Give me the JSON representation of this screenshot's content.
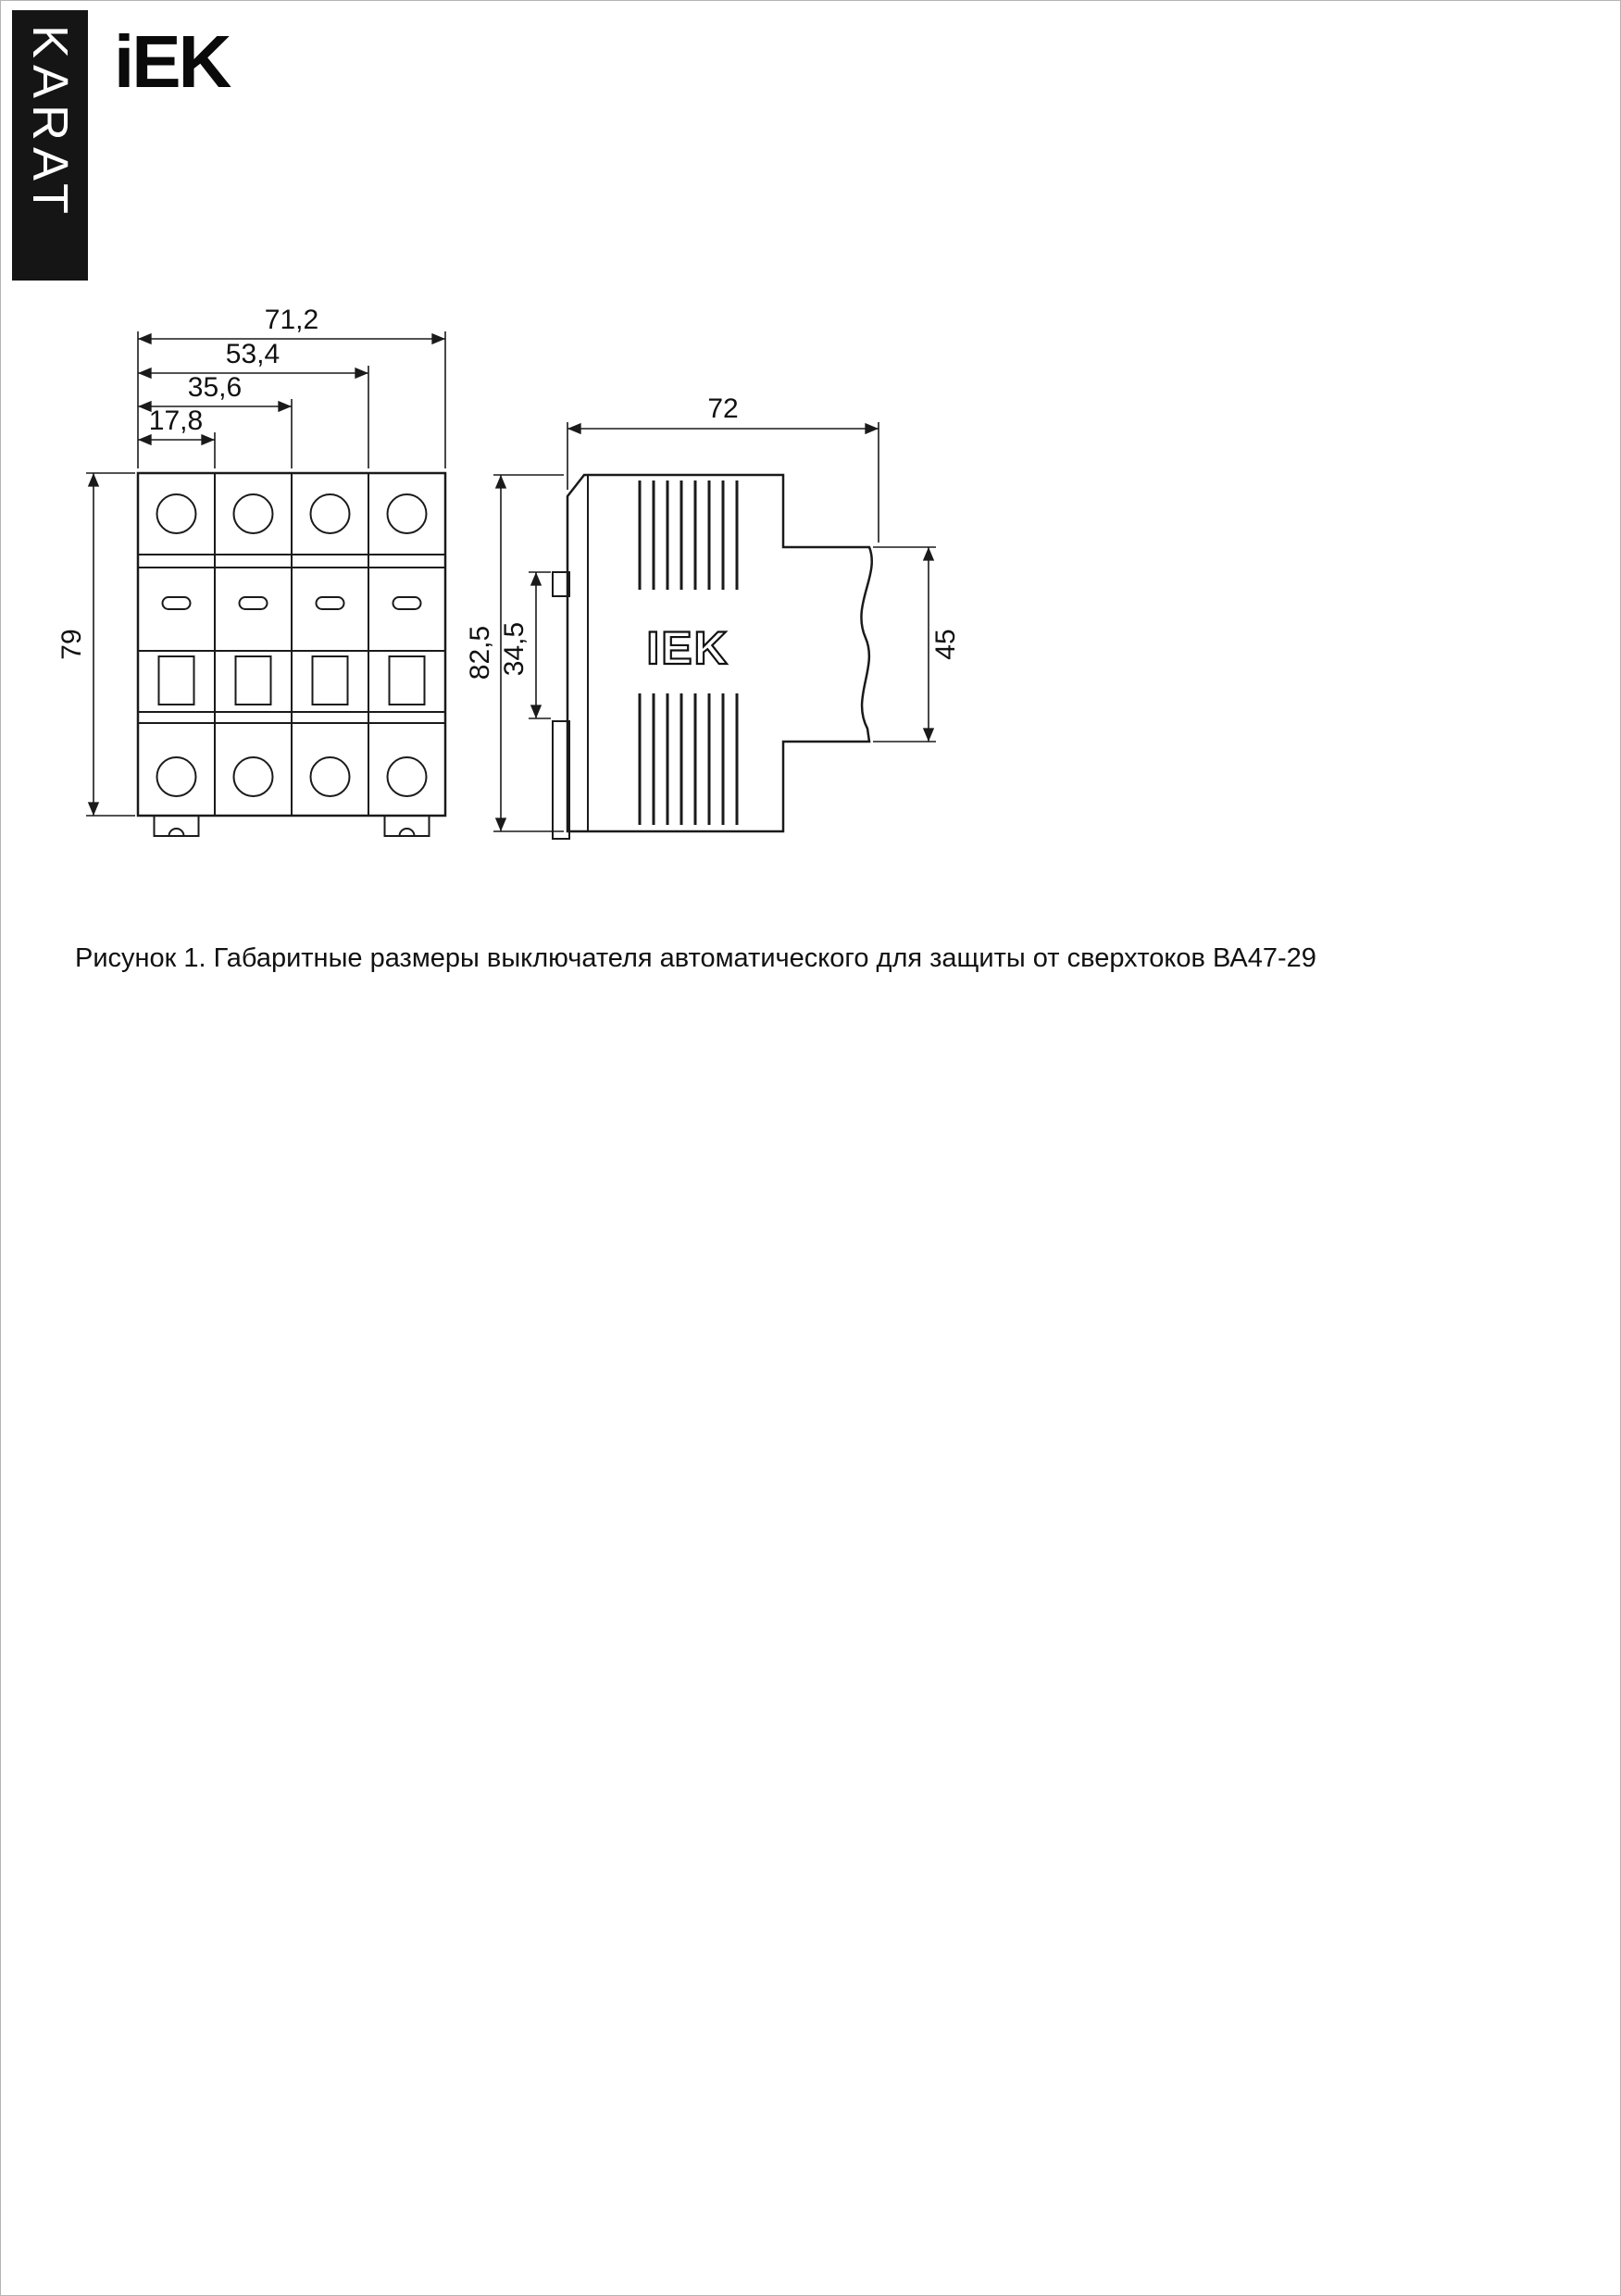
{
  "colors": {
    "banner_bg": "#151515",
    "line": "#1a1a1a",
    "page_bg": "#ffffff"
  },
  "brand": {
    "series_label": "KARAT",
    "logo_text": "iEK",
    "device_logo_text": "IEK"
  },
  "figure": {
    "caption": "Рисунок 1. Габаритные размеры выключателя автоматического для защиты от сверхтоков ВА47-29"
  },
  "front_view": {
    "dims": {
      "total_width": "71,2",
      "width_three_modules": "53,4",
      "width_two_modules": "35,6",
      "width_one_module": "17,8",
      "height": "79"
    }
  },
  "side_view": {
    "dims": {
      "depth": "72",
      "total_height": "82,5",
      "din_section_height": "34,5",
      "front_section_height": "45"
    }
  }
}
